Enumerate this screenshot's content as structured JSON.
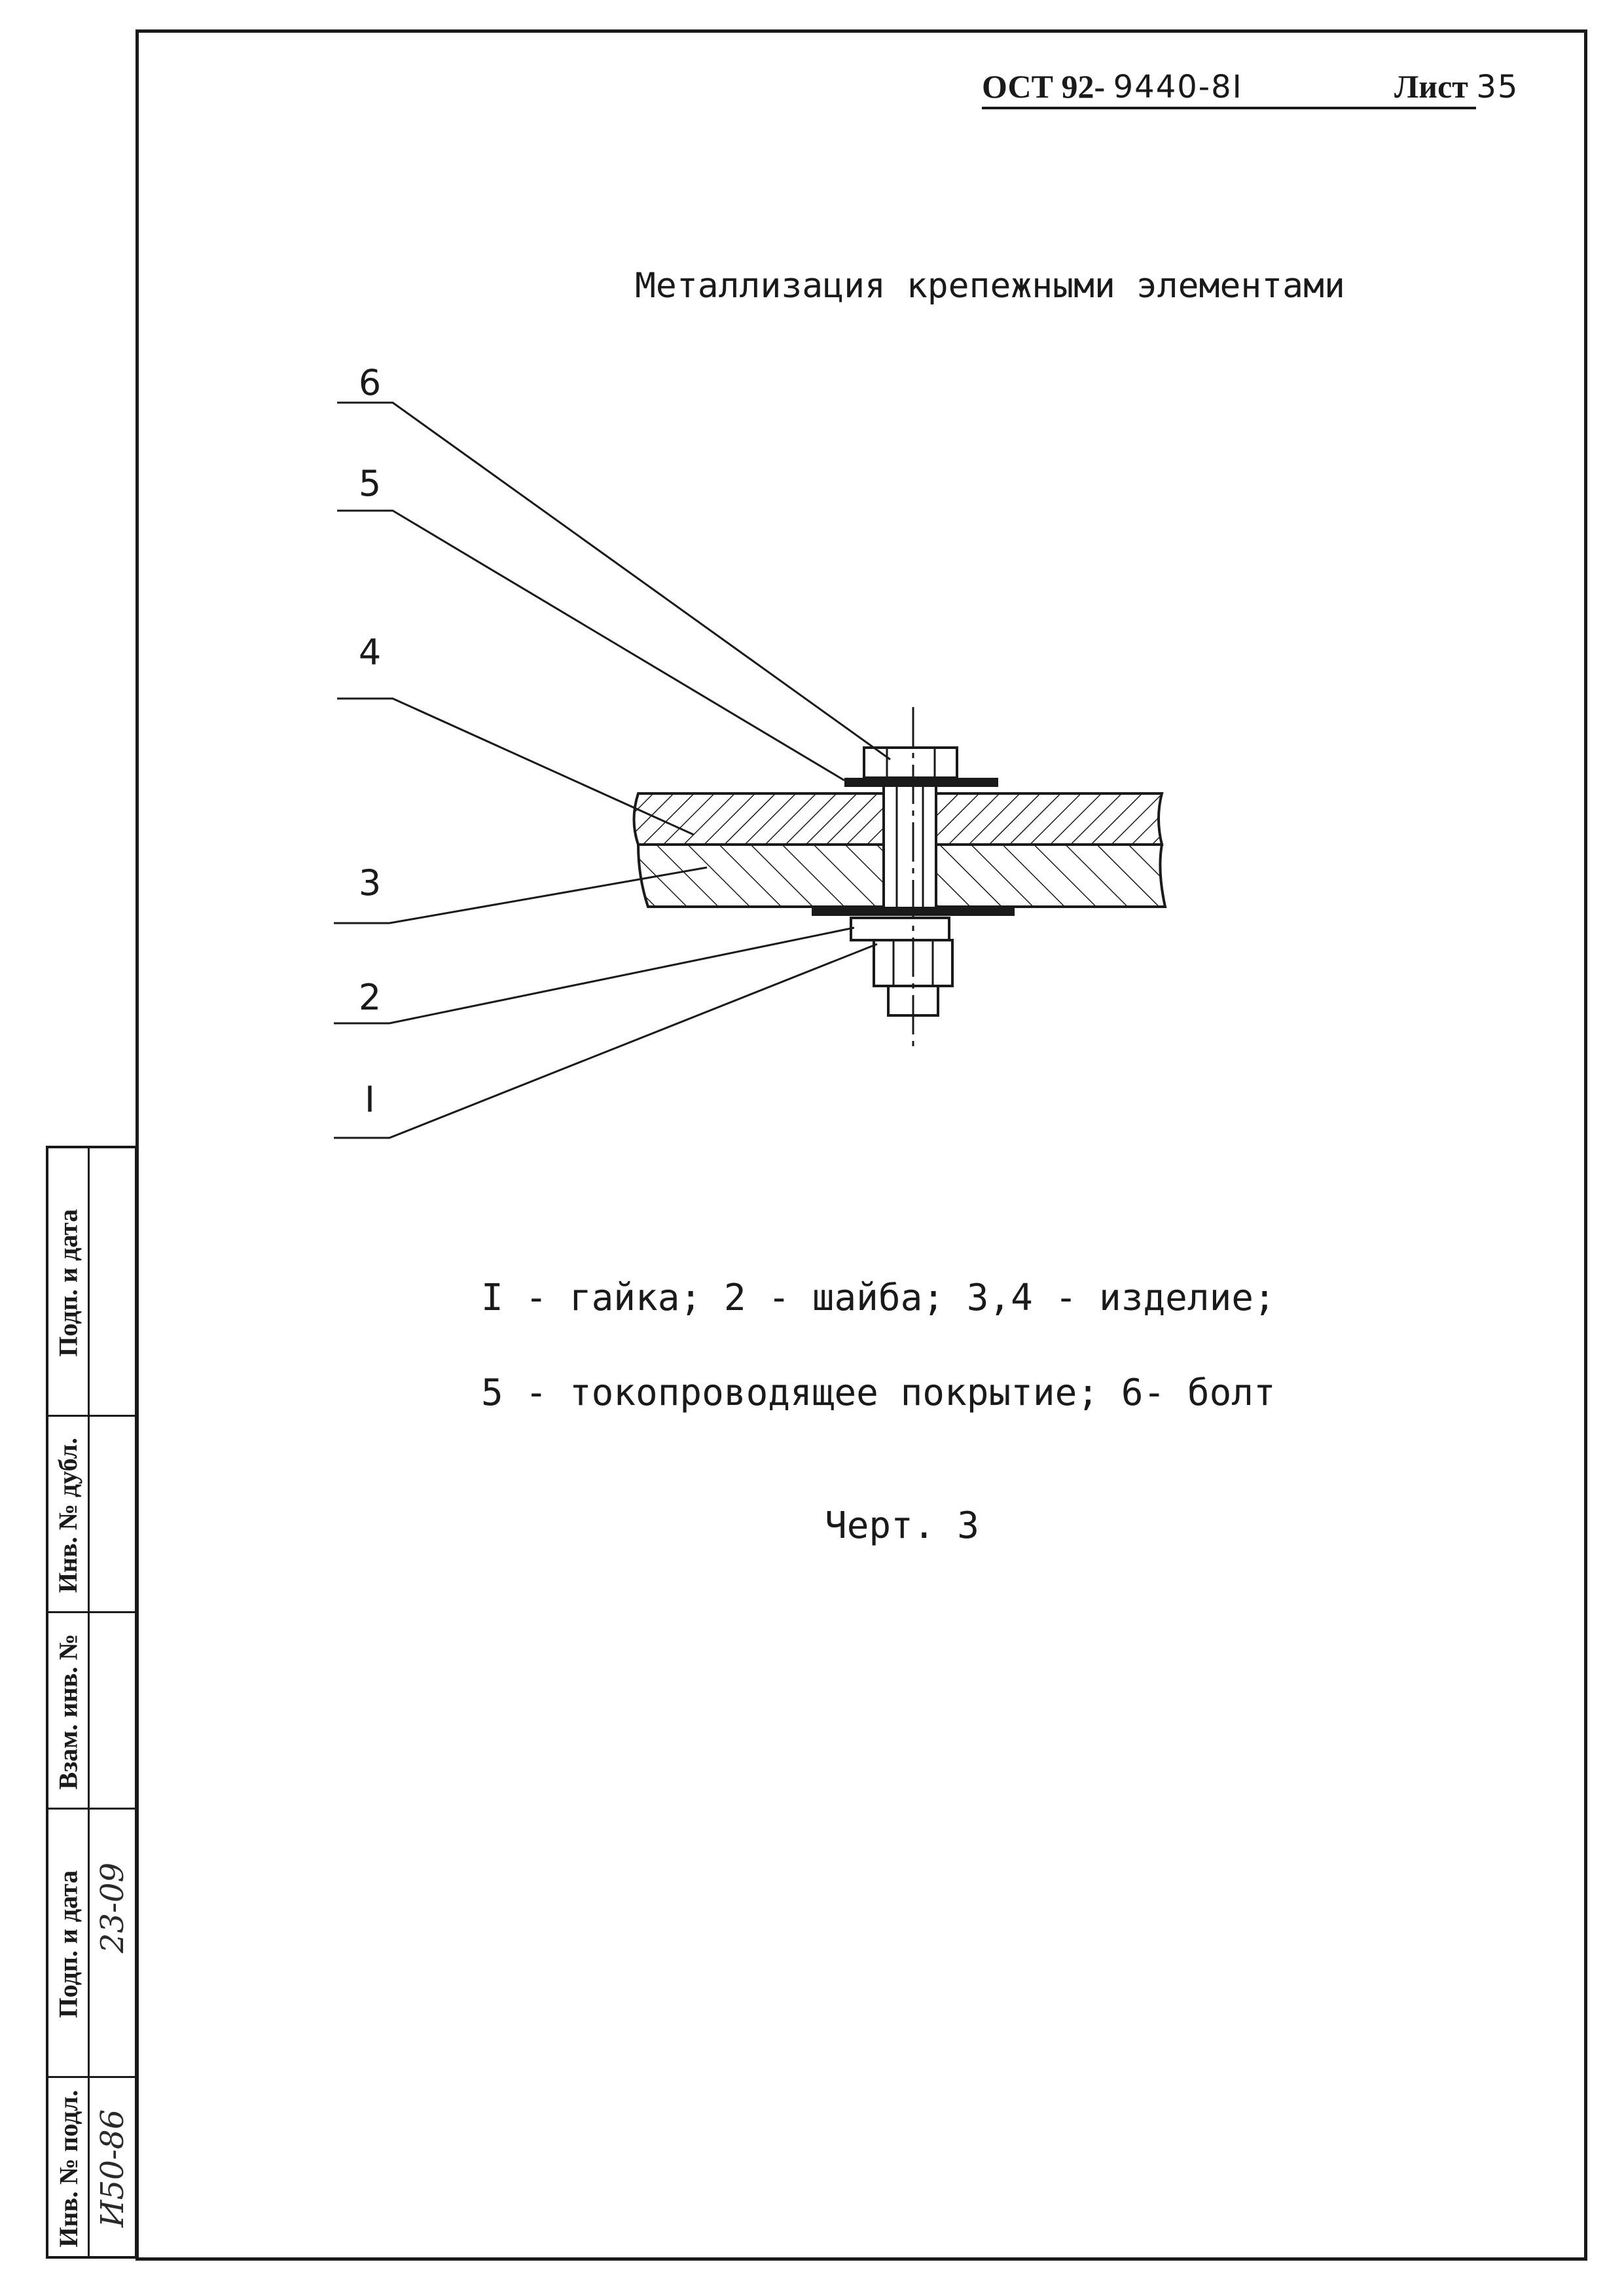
{
  "header": {
    "standard_prefix": "ОСТ 92-",
    "standard_number": "9440-8I",
    "sheet_label": "Лист",
    "sheet_number": "35"
  },
  "title": "Металлизация крепежными элементами",
  "callouts": [
    "6",
    "5",
    "4",
    "3",
    "2",
    "I"
  ],
  "legend": {
    "line1": "I - гайка;   2 - шайба;   3,4 - изделие;",
    "line2": "5 - токопроводящее покрытие;   6- болт"
  },
  "caption": "Черт. 3",
  "stamp": {
    "labels": [
      "Подп. и дата",
      "Инв. № дубл.",
      "Взам. инв. №",
      "Подп. и дата",
      "Инв. № подл."
    ],
    "handwritten": {
      "date": "23-09",
      "inv": "И50-86"
    }
  }
}
